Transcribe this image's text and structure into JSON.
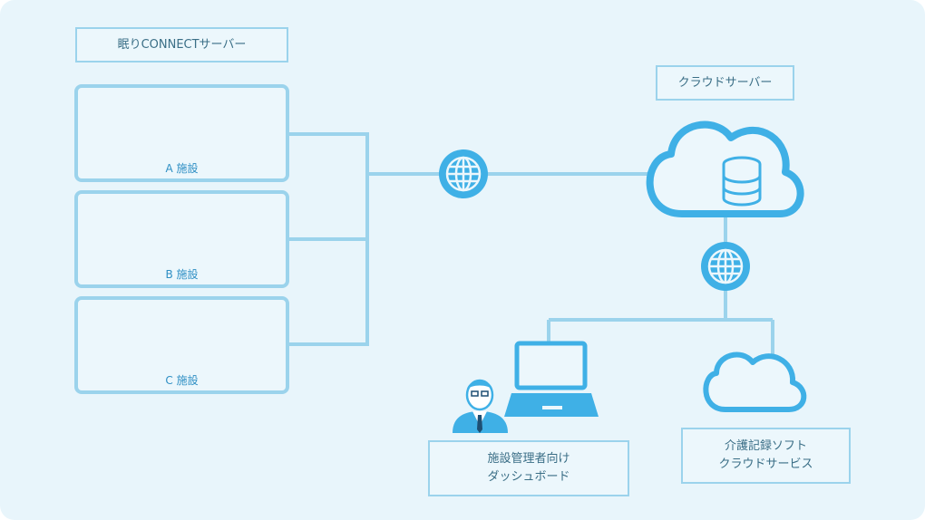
{
  "nemuri_server": {
    "label": "眠りCONNECTサーバー"
  },
  "facilities": [
    {
      "name": "A 施設",
      "device_icon": "server-unit-icon",
      "db_icon": "database-icon"
    },
    {
      "name": "B 施設",
      "device_icon": "server-unit-icon",
      "db_icon": "database-icon"
    },
    {
      "name": "C 施設",
      "device_icon": "server-unit-icon",
      "db_icon": "database-icon"
    }
  ],
  "cloud_server": {
    "label": "クラウドサーバー",
    "icon": "cloud-database-icon"
  },
  "internet_icon": "globe-icon",
  "dashboard": {
    "line1": "施設管理者向け",
    "line2": "ダッシュボード",
    "icon": "laptop-icon",
    "person_icon": "manager-person-icon"
  },
  "care_software": {
    "line1": "介護記録ソフト",
    "line2": "クラウドサービス",
    "icon": "cloud-icon"
  },
  "colors": {
    "background": "#e8f5fb",
    "accent": "#3fb0e6",
    "line": "#9bd3ec",
    "text": "#3a6e86"
  }
}
